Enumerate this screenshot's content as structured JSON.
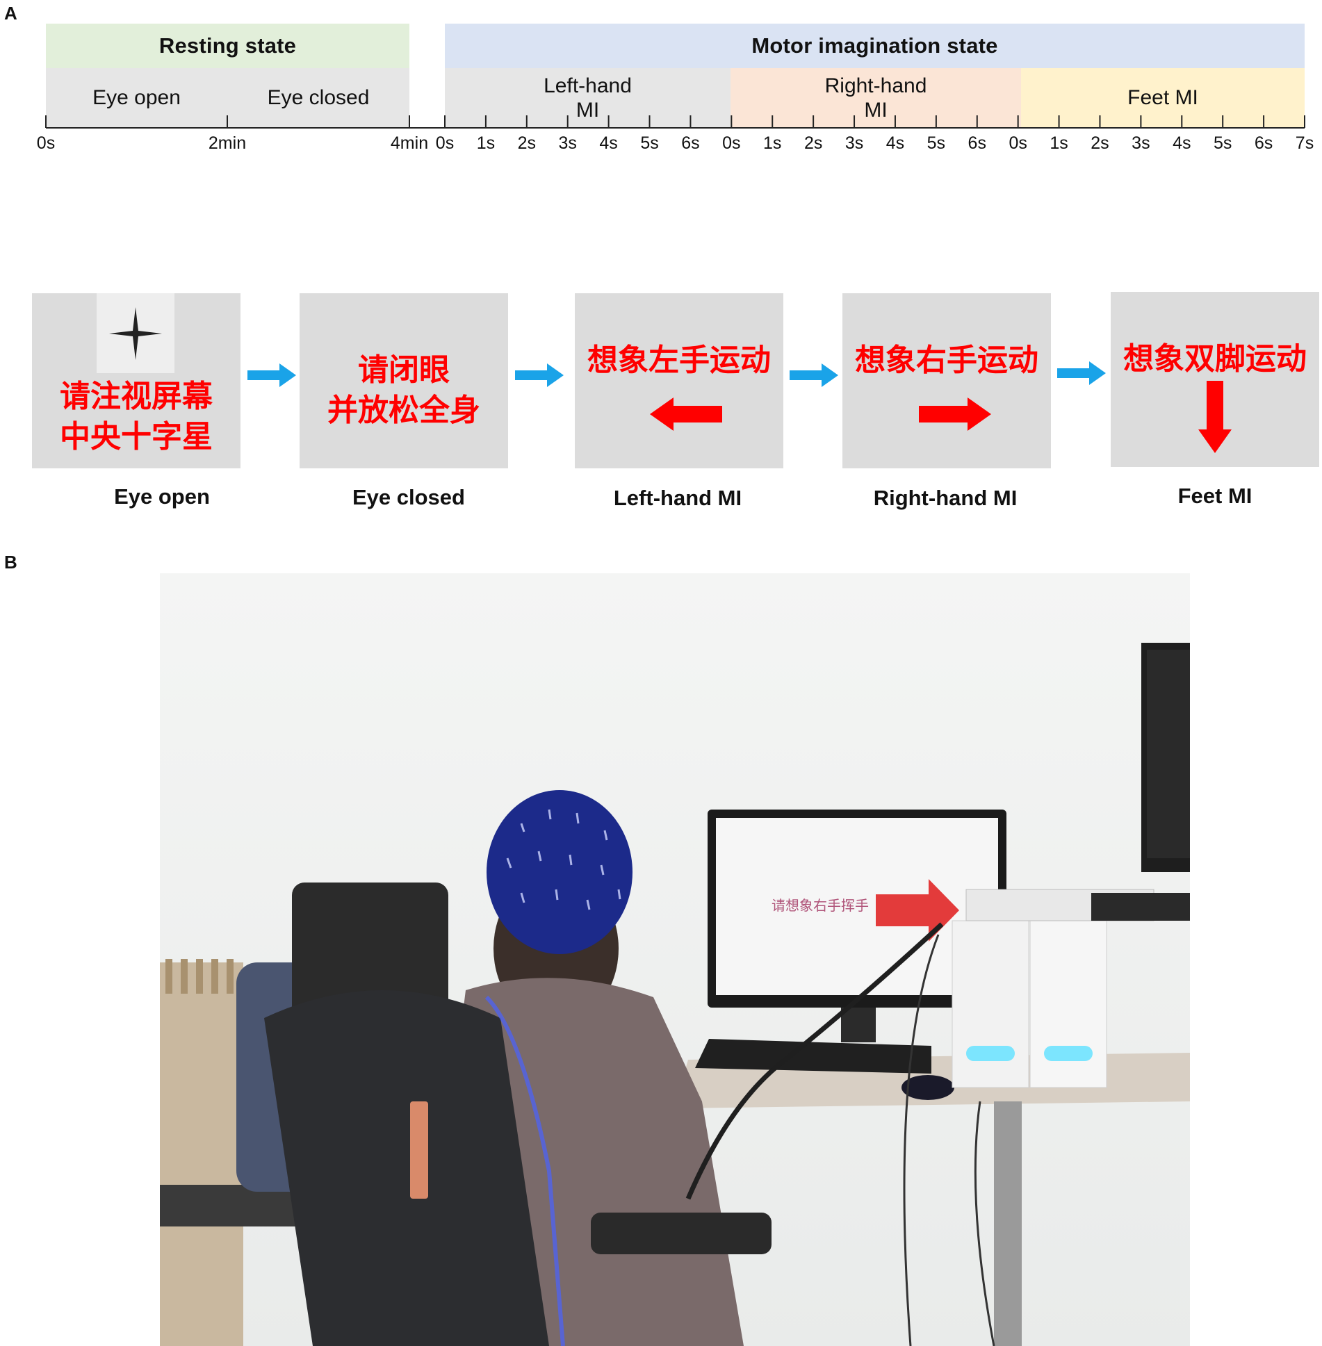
{
  "panel_a_label": "A",
  "panel_b_label": "B",
  "timeline": {
    "resting_title": "Resting state",
    "mi_title": "Motor imagination state",
    "rest_segments": [
      "Eye open",
      "Eye closed"
    ],
    "mi_segments": [
      {
        "label": "Left-hand\nMI"
      },
      {
        "label": "Right-hand\nMI"
      },
      {
        "label": "Feet MI"
      }
    ],
    "rest_ticks": [
      "0s",
      "2min",
      "4min"
    ],
    "mi_ticks": [
      "0s",
      "1s",
      "2s",
      "3s",
      "4s",
      "5s",
      "6s",
      "0s",
      "1s",
      "2s",
      "3s",
      "4s",
      "5s",
      "6s",
      "0s",
      "1s",
      "2s",
      "3s",
      "4s",
      "5s",
      "6s",
      "7s"
    ],
    "colors": {
      "resting_band": "#e2efda",
      "mi_band": "#dae3f3",
      "segment_gray": "#e6e6e6",
      "right_hand": "#fbe5d6",
      "feet": "#fff2cc"
    }
  },
  "screens": [
    {
      "lines": [
        "请注视屏幕",
        "中央十字星"
      ],
      "caption": "Eye open",
      "cue": "fixation-cross"
    },
    {
      "lines": [
        "请闭眼",
        "并放松全身"
      ],
      "caption": "Eye closed",
      "cue": "none"
    },
    {
      "lines": [
        "想象左手运动"
      ],
      "caption": "Left-hand MI",
      "cue": "arrow-left"
    },
    {
      "lines": [
        "想象右手运动"
      ],
      "caption": "Right-hand MI",
      "cue": "arrow-right"
    },
    {
      "lines": [
        "想象双脚运动"
      ],
      "caption": "Feet MI",
      "cue": "arrow-down"
    }
  ],
  "flow_arrow_color": "#1aa3e8",
  "cue_arrow_color": "#ff0000",
  "photo": {
    "monitor_text": "请想象右手挥手",
    "cue": "arrow-right"
  }
}
